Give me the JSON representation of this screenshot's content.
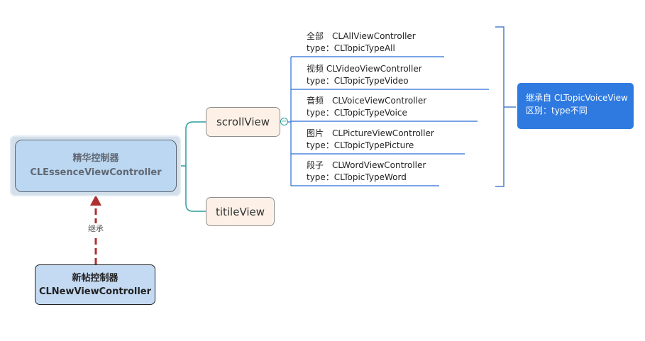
{
  "root": {
    "title": "精华控制器",
    "subtitle": "CLEssenceViewController"
  },
  "topics": {
    "scroll": {
      "label": "scrollView",
      "collapse_symbol": "−"
    },
    "titile": {
      "label": "titileView"
    }
  },
  "leaves": [
    {
      "line1": "全部　CLAllViewController",
      "line2": "type：CLTopicTypeAll"
    },
    {
      "line1": "视频  CLVideoViewController",
      "line2": "type：CLTopicTypeVideo"
    },
    {
      "line1": "音频　CLVoiceViewController",
      "line2": "type：CLTopicTypeVoice"
    },
    {
      "line1": "图片　CLPictureViewController",
      "line2": "type：CLTopicTypePicture"
    },
    {
      "line1": "段子　CLWordViewController",
      "line2": "type：CLTopicTypeWord"
    }
  ],
  "summary": {
    "line1": "继承自 CLTopicVoiceView",
    "line2": "区别：type不同"
  },
  "subclass": {
    "title": "新帖控制器",
    "subtitle": "CLNewViewController"
  },
  "inheritance_label": "继承",
  "colors": {
    "branch_line": "#2a9d9a",
    "leaf_line": "#2a6fd6",
    "bracket": "#4a80c8",
    "summary_bg": "#2f7ae0",
    "inherit_arrow": "#b03030",
    "root_fill": "#bcd7f1",
    "topic_fill": "#fdf1e7",
    "subclass_fill": "#c4daf3"
  }
}
